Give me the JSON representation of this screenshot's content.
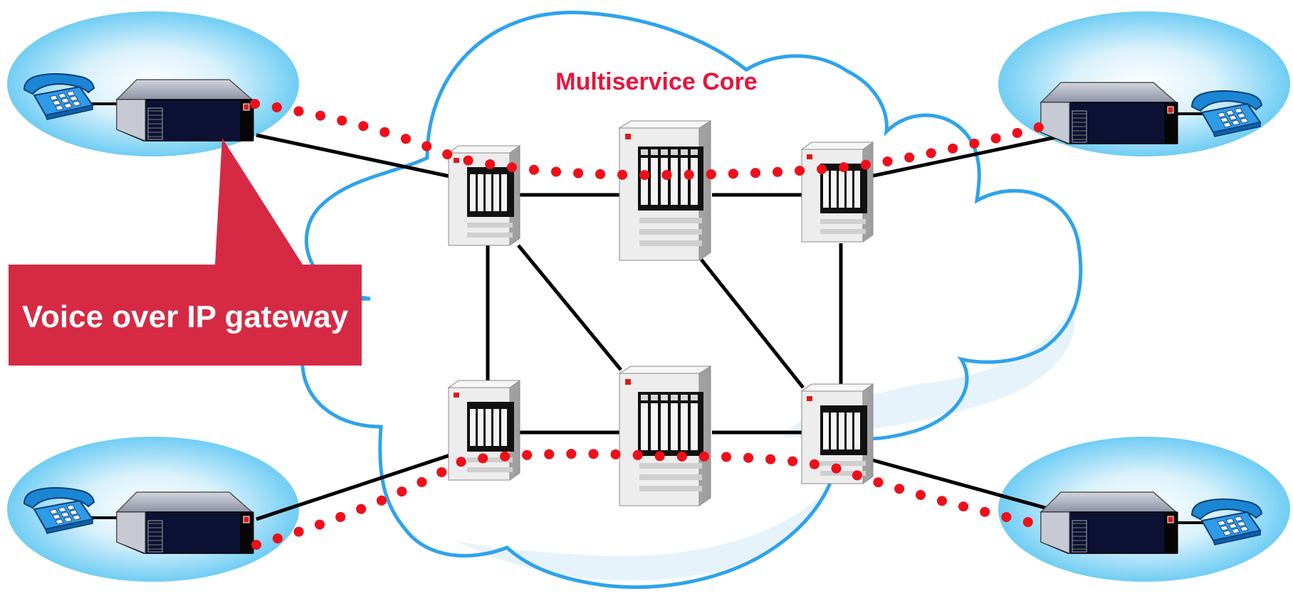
{
  "core": {
    "title": "Multiservice Core"
  },
  "callout": {
    "label": "Voice over IP gateway"
  },
  "colors": {
    "site_fill": "#5bc6f2",
    "cloud_stroke": "#2ea3ec",
    "cloud_shadow": "#e7f3fb",
    "voice_path": "#ef0f1a",
    "title": "#e4163d",
    "callout_fill": "#d62a44",
    "link": "#000000",
    "gateway_body": "#0c1033"
  },
  "icons": {
    "phone": "telephone-icon",
    "gateway": "voip-gateway-icon",
    "switch": "core-switch-icon"
  },
  "sites": [
    "top-left",
    "top-right",
    "bottom-left",
    "bottom-right"
  ],
  "core_switches": [
    "top-left",
    "top-center",
    "top-right",
    "bottom-left",
    "bottom-center",
    "bottom-right"
  ]
}
